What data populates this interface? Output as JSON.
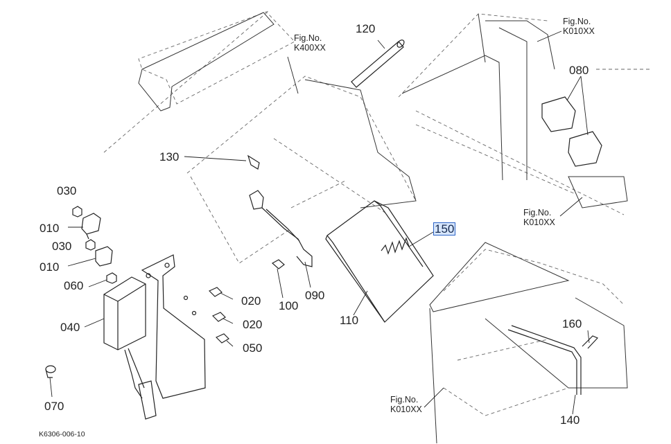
{
  "diagram": {
    "ref_code": "K6306-006-10",
    "highlight_color": "#2b63c6",
    "labels": {
      "p120": "120",
      "p130": "130",
      "p080": "080",
      "p030a": "030",
      "p010a": "010",
      "p030b": "030",
      "p010b": "010",
      "p060": "060",
      "p040": "040",
      "p070": "070",
      "p020a": "020",
      "p020b": "020",
      "p050": "050",
      "p100": "100",
      "p090": "090",
      "p110": "110",
      "p150": "150",
      "p160": "160",
      "p140": "140"
    },
    "fig_refs": {
      "k400": {
        "line1": "Fig.No.",
        "line2": "K400XX"
      },
      "k010_top": {
        "line1": "Fig.No.",
        "line2": "K010XX"
      },
      "k010_mid": {
        "line1": "Fig.No.",
        "line2": "K010XX"
      },
      "k010_bot": {
        "line1": "Fig.No.",
        "line2": "K010XX"
      }
    }
  }
}
